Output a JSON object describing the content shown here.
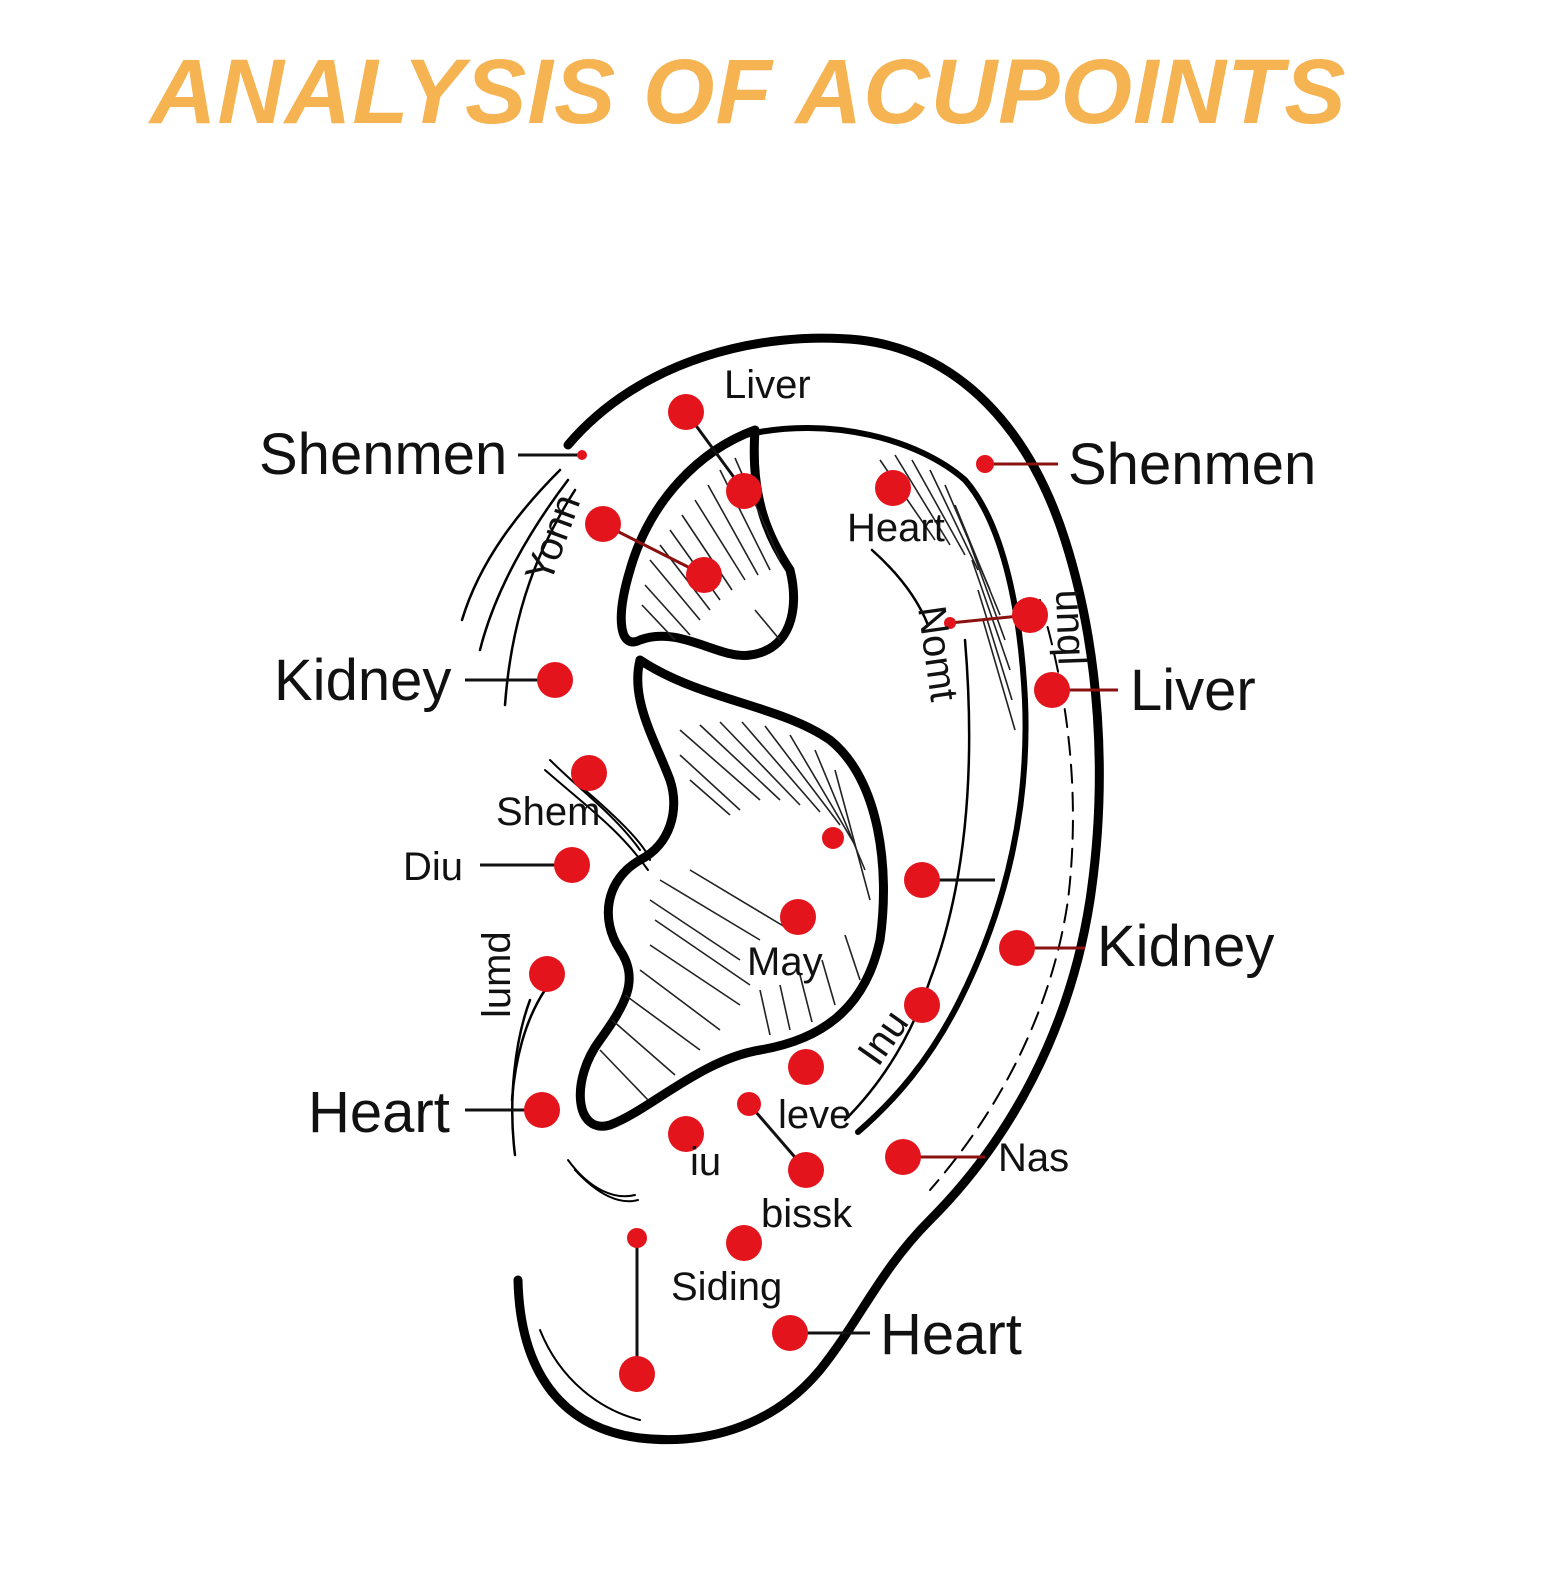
{
  "title": "ANALYSIS OF ACUPOINTS",
  "colors": {
    "title": "#f5b351",
    "acupoint": "#e4141d",
    "ink": "#111111"
  },
  "labels": {
    "liver_top": "Liver",
    "shenmen_left": "Shenmen",
    "shenmen_right": "Shenmen",
    "yonn": "Yonn",
    "heart_upper": "Heart",
    "nomt": "Nomt",
    "unql": "unql",
    "kidney_left": "Kidney",
    "liver_right": "Liver",
    "shem": "Shem",
    "diu": "Diu",
    "kidney_right": "Kidney",
    "lumd": "lumd",
    "may": "May",
    "inu": "Inu",
    "heart_left": "Heart",
    "leve": "leve",
    "iu": "iu",
    "nas": "Nas",
    "bissk": "bissk",
    "siding": "Siding",
    "heart_bottom": "Heart"
  }
}
